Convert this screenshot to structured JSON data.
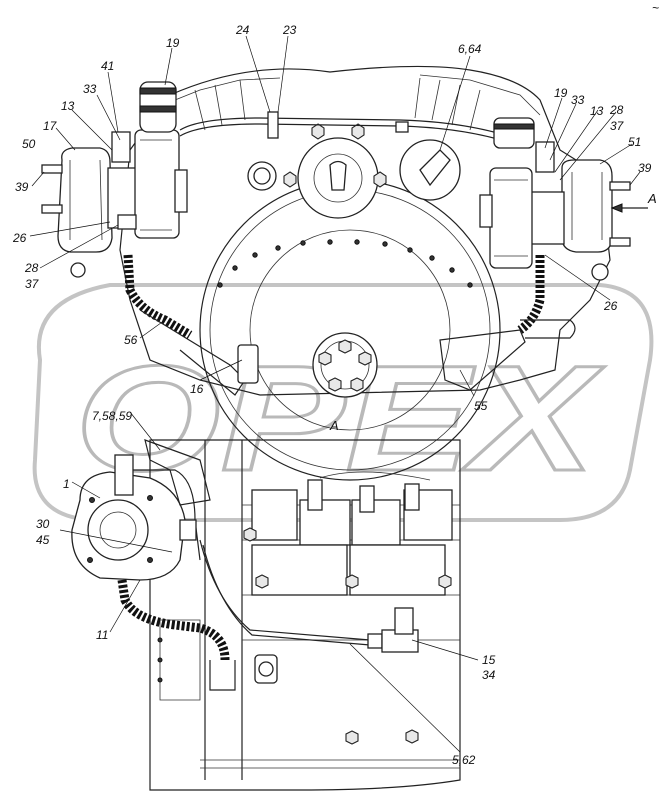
{
  "drawing": {
    "view_label": "A",
    "watermark_text": "OPEX",
    "corner_mark": "~",
    "direction_arrow_label": "A"
  },
  "callouts": [
    {
      "id": "c19a",
      "text": "19"
    },
    {
      "id": "c24",
      "text": "24"
    },
    {
      "id": "c23",
      "text": "23"
    },
    {
      "id": "c664",
      "text": "6,64"
    },
    {
      "id": "c41",
      "text": "41"
    },
    {
      "id": "c33a",
      "text": "33"
    },
    {
      "id": "c13a",
      "text": "13"
    },
    {
      "id": "c17",
      "text": "17"
    },
    {
      "id": "c50",
      "text": "50"
    },
    {
      "id": "c39a",
      "text": "39"
    },
    {
      "id": "c26a",
      "text": "26"
    },
    {
      "id": "c28a",
      "text": "28"
    },
    {
      "id": "c37a",
      "text": "37"
    },
    {
      "id": "c56",
      "text": "56"
    },
    {
      "id": "c16",
      "text": "16"
    },
    {
      "id": "c19b",
      "text": "19"
    },
    {
      "id": "c33b",
      "text": "33"
    },
    {
      "id": "c13b",
      "text": "13"
    },
    {
      "id": "c28b",
      "text": "28"
    },
    {
      "id": "c37b",
      "text": "37"
    },
    {
      "id": "c51",
      "text": "51"
    },
    {
      "id": "c39b",
      "text": "39"
    },
    {
      "id": "c26b",
      "text": "26"
    },
    {
      "id": "c55",
      "text": "55"
    },
    {
      "id": "c75859",
      "text": "7,58,59"
    },
    {
      "id": "c1",
      "text": "1"
    },
    {
      "id": "c30",
      "text": "30"
    },
    {
      "id": "c45",
      "text": "45"
    },
    {
      "id": "c11",
      "text": "11"
    },
    {
      "id": "c15",
      "text": "15"
    },
    {
      "id": "c34",
      "text": "34"
    },
    {
      "id": "c562",
      "text": "5,62"
    }
  ]
}
